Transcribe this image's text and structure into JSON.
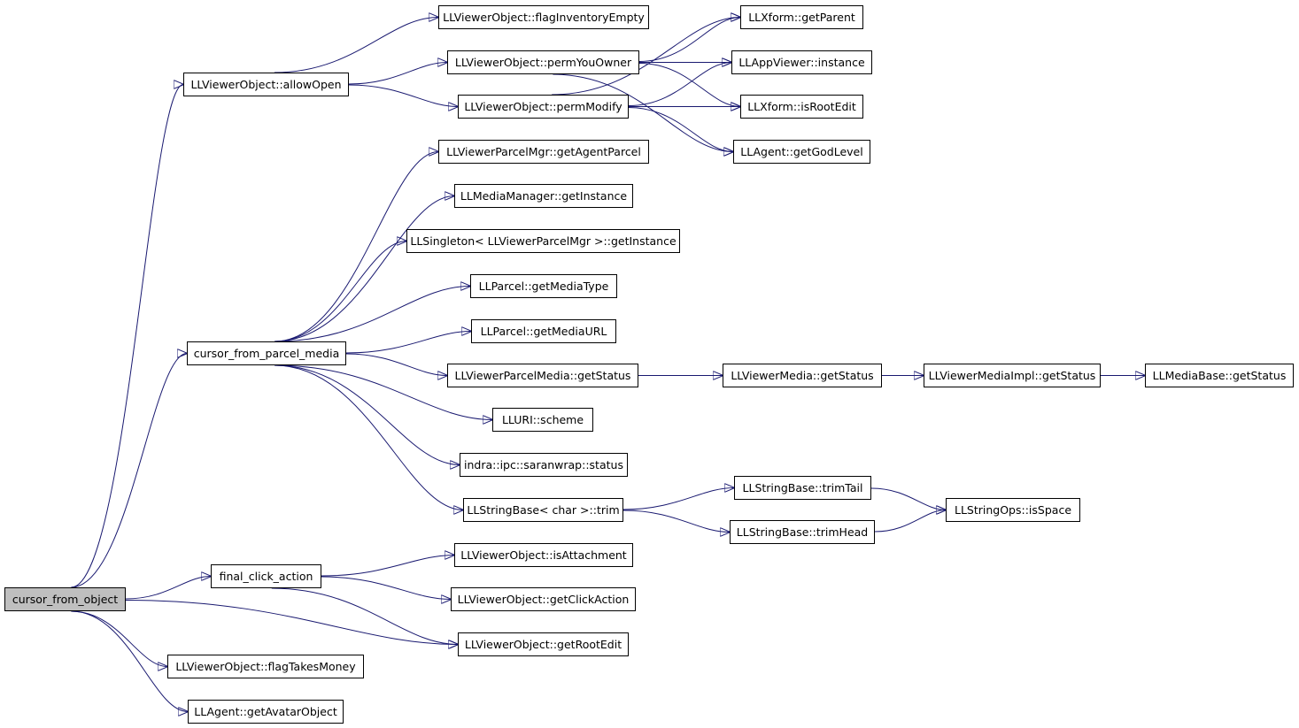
{
  "graph": {
    "root_fill": "#bfbfbf",
    "edge_color": "#191970",
    "nodes": [
      {
        "id": "cursor_from_object",
        "label": "cursor_from_object",
        "root": true
      },
      {
        "id": "allowOpen",
        "label": "LLViewerObject::allowOpen"
      },
      {
        "id": "flagInventoryEmpty",
        "label": "LLViewerObject::flagInventoryEmpty"
      },
      {
        "id": "permYouOwner",
        "label": "LLViewerObject::permYouOwner"
      },
      {
        "id": "permModify",
        "label": "LLViewerObject::permModify"
      },
      {
        "id": "getParent",
        "label": "LLXform::getParent"
      },
      {
        "id": "appInstance",
        "label": "LLAppViewer::instance"
      },
      {
        "id": "isRootEdit",
        "label": "LLXform::isRootEdit"
      },
      {
        "id": "getGodLevel",
        "label": "LLAgent::getGodLevel"
      },
      {
        "id": "getAgentParcel",
        "label": "LLViewerParcelMgr::getAgentParcel"
      },
      {
        "id": "mediaMgrInstance",
        "label": "LLMediaManager::getInstance"
      },
      {
        "id": "singletonInstance",
        "label": "LLSingleton< LLViewerParcelMgr >::getInstance"
      },
      {
        "id": "getMediaType",
        "label": "LLParcel::getMediaType"
      },
      {
        "id": "getMediaURL",
        "label": "LLParcel::getMediaURL"
      },
      {
        "id": "cursor_from_parcel_media",
        "label": "cursor_from_parcel_media"
      },
      {
        "id": "parcelMediaStatus",
        "label": "LLViewerParcelMedia::getStatus"
      },
      {
        "id": "viewerMediaStatus",
        "label": "LLViewerMedia::getStatus"
      },
      {
        "id": "mediaImplStatus",
        "label": "LLViewerMediaImpl::getStatus"
      },
      {
        "id": "mediaBaseStatus",
        "label": "LLMediaBase::getStatus"
      },
      {
        "id": "uriScheme",
        "label": "LLURI::scheme"
      },
      {
        "id": "saranwrapStatus",
        "label": "indra::ipc::saranwrap::status"
      },
      {
        "id": "trim",
        "label": "LLStringBase< char >::trim"
      },
      {
        "id": "trimTail",
        "label": "LLStringBase::trimTail"
      },
      {
        "id": "trimHead",
        "label": "LLStringBase::trimHead"
      },
      {
        "id": "isSpace",
        "label": "LLStringOps::isSpace"
      },
      {
        "id": "final_click_action",
        "label": "final_click_action"
      },
      {
        "id": "isAttachment",
        "label": "LLViewerObject::isAttachment"
      },
      {
        "id": "getClickAction",
        "label": "LLViewerObject::getClickAction"
      },
      {
        "id": "getRootEdit",
        "label": "LLViewerObject::getRootEdit"
      },
      {
        "id": "flagTakesMoney",
        "label": "LLViewerObject::flagTakesMoney"
      },
      {
        "id": "getAvatarObject",
        "label": "LLAgent::getAvatarObject"
      }
    ],
    "edges": [
      {
        "from": "cursor_from_object",
        "to": "allowOpen"
      },
      {
        "from": "cursor_from_object",
        "to": "cursor_from_parcel_media"
      },
      {
        "from": "cursor_from_object",
        "to": "final_click_action"
      },
      {
        "from": "cursor_from_object",
        "to": "getRootEdit"
      },
      {
        "from": "cursor_from_object",
        "to": "flagTakesMoney"
      },
      {
        "from": "cursor_from_object",
        "to": "getAvatarObject"
      },
      {
        "from": "allowOpen",
        "to": "flagInventoryEmpty"
      },
      {
        "from": "allowOpen",
        "to": "permYouOwner"
      },
      {
        "from": "allowOpen",
        "to": "permModify"
      },
      {
        "from": "permYouOwner",
        "to": "getParent"
      },
      {
        "from": "permYouOwner",
        "to": "appInstance"
      },
      {
        "from": "permYouOwner",
        "to": "isRootEdit"
      },
      {
        "from": "permYouOwner",
        "to": "getGodLevel"
      },
      {
        "from": "permModify",
        "to": "getParent"
      },
      {
        "from": "permModify",
        "to": "appInstance"
      },
      {
        "from": "permModify",
        "to": "isRootEdit"
      },
      {
        "from": "permModify",
        "to": "getGodLevel"
      },
      {
        "from": "cursor_from_parcel_media",
        "to": "getAgentParcel"
      },
      {
        "from": "cursor_from_parcel_media",
        "to": "mediaMgrInstance"
      },
      {
        "from": "cursor_from_parcel_media",
        "to": "singletonInstance"
      },
      {
        "from": "cursor_from_parcel_media",
        "to": "getMediaType"
      },
      {
        "from": "cursor_from_parcel_media",
        "to": "getMediaURL"
      },
      {
        "from": "cursor_from_parcel_media",
        "to": "parcelMediaStatus"
      },
      {
        "from": "cursor_from_parcel_media",
        "to": "uriScheme"
      },
      {
        "from": "cursor_from_parcel_media",
        "to": "saranwrapStatus"
      },
      {
        "from": "cursor_from_parcel_media",
        "to": "trim"
      },
      {
        "from": "parcelMediaStatus",
        "to": "viewerMediaStatus"
      },
      {
        "from": "viewerMediaStatus",
        "to": "mediaImplStatus"
      },
      {
        "from": "mediaImplStatus",
        "to": "mediaBaseStatus"
      },
      {
        "from": "trim",
        "to": "trimTail"
      },
      {
        "from": "trim",
        "to": "trimHead"
      },
      {
        "from": "trimTail",
        "to": "isSpace"
      },
      {
        "from": "trimHead",
        "to": "isSpace"
      },
      {
        "from": "final_click_action",
        "to": "isAttachment"
      },
      {
        "from": "final_click_action",
        "to": "getClickAction"
      },
      {
        "from": "final_click_action",
        "to": "getRootEdit"
      }
    ]
  }
}
